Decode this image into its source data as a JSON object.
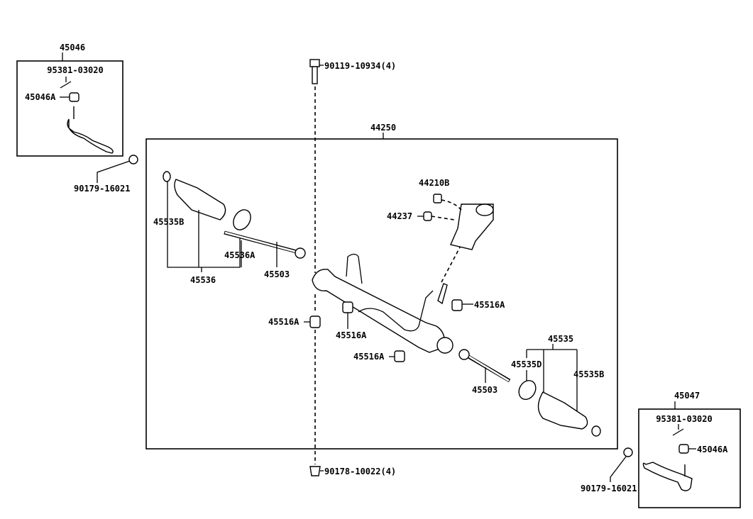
{
  "diagram": {
    "title_left_assembly": "45046",
    "title_right_assembly": "45047",
    "title_main_assembly": "44250",
    "left_tie_rod_end": {
      "cotter_pin": "95381-03020",
      "nut": "45046A",
      "outer_nut": "90179-16021"
    },
    "right_tie_rod_end": {
      "cotter_pin": "95381-03020",
      "nut": "45046A",
      "outer_nut": "90179-16021"
    },
    "top_bolt": "90119-10934(4)",
    "bottom_nut": "90178-10022(4)",
    "main": {
      "valve_housing_nut": "44210B",
      "valve_housing_seal": "44237",
      "left_clamp": "45535B",
      "left_band": "45536A",
      "left_tie_rod": "45503",
      "left_boot_set": "45536",
      "bushing_right": "45516A",
      "bushing_left": "45516A",
      "bushing_center": "45516A",
      "bushing_lower": "45516A",
      "right_boot_set": "45535",
      "right_band": "45535D",
      "right_clamp": "45535B",
      "right_tie_rod": "45503"
    }
  }
}
